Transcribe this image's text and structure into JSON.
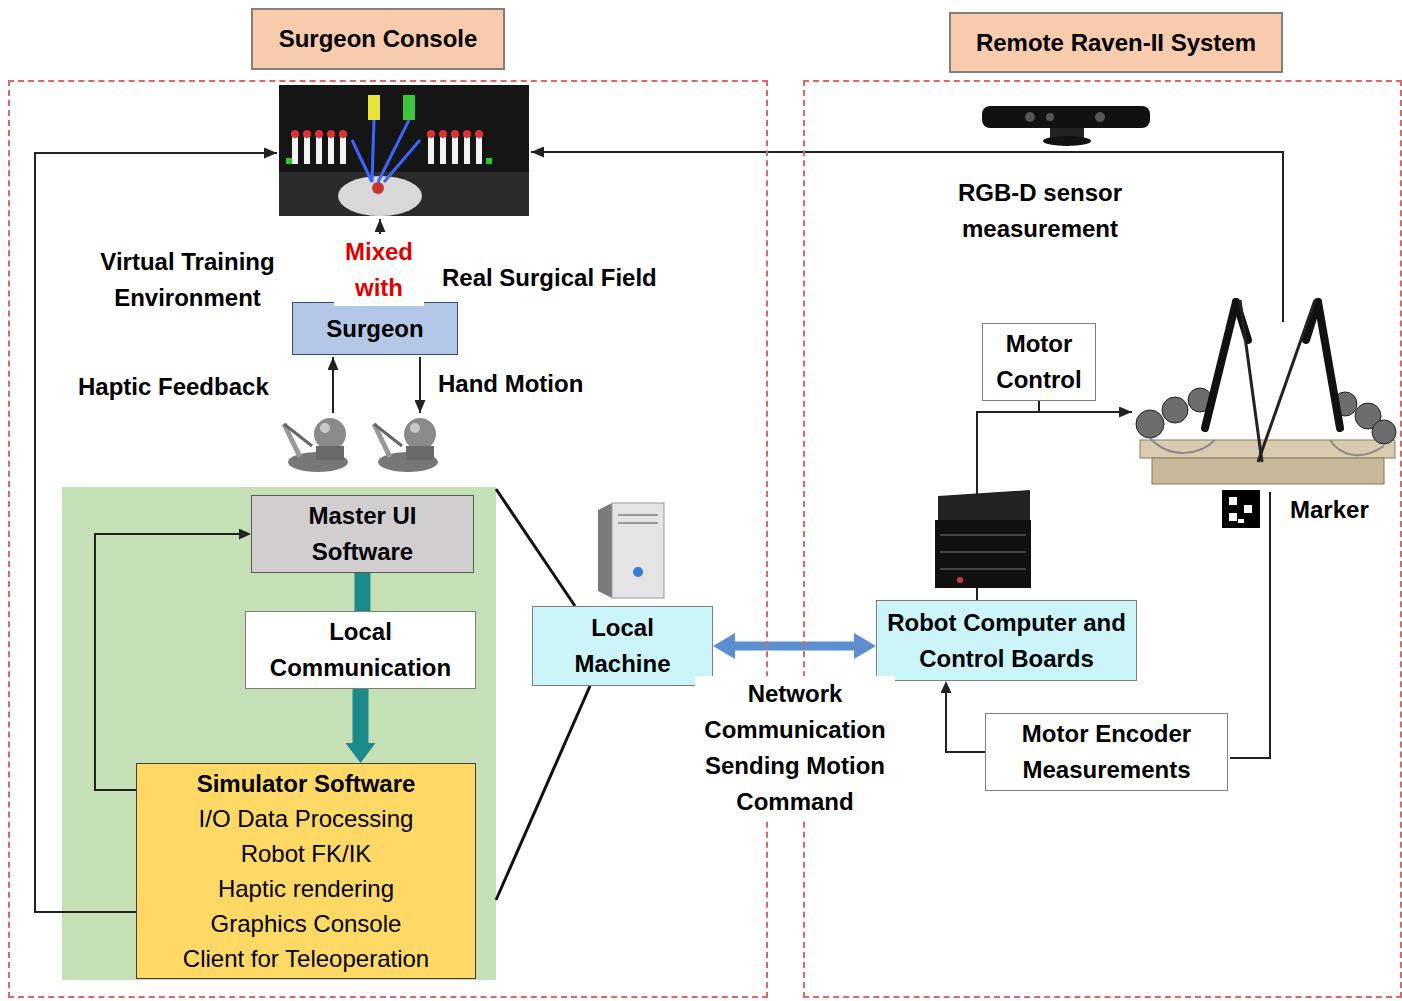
{
  "diagram": {
    "nodes": [
      {
        "text": [
          "Surgeon Console"
        ]
      },
      {
        "text": [
          "Remote Raven-II System"
        ]
      },
      {
        "text": [
          "Surgeon"
        ],
        "in": 0
      },
      {
        "text": [
          "Master UI Software"
        ],
        "in": 0
      },
      {
        "text": [
          "Local Communication"
        ],
        "in": 0
      },
      {
        "text": [
          "Simulator Software",
          "I/O Data Processing",
          "Robot FK/IK",
          "Haptic rendering",
          "Graphics Console",
          "Client for Teleoperation"
        ],
        "in": 0
      },
      {
        "text": [
          "Local Machine"
        ],
        "in": 0
      },
      {
        "text": [
          "Robot Computer and Control Boards"
        ],
        "in": 1
      },
      {
        "text": [
          "Motor Control"
        ],
        "in": 1
      },
      {
        "text": [
          "Motor Encoder Measurements"
        ],
        "in": 1
      }
    ],
    "edges": [
      {
        "from": 3,
        "to": 4,
        "arrow": "none"
      },
      {
        "from": 4,
        "to": 5,
        "arrow": "to"
      },
      {
        "from": 5,
        "to": 3,
        "arrow": "to"
      },
      {
        "from": 6,
        "to": 7,
        "label": "Network Communication Sending Motion Command",
        "arrow": "both"
      },
      {
        "from": 7,
        "to": 8,
        "arrow": "none"
      },
      {
        "from": 9,
        "to": 7,
        "arrow": "to"
      }
    ],
    "labels": [
      "Virtual Training Environment",
      "Mixed with",
      "Real Surgical Field",
      "Haptic Feedback",
      "Hand Motion",
      "RGB-D sensor measurement",
      "Marker"
    ]
  }
}
